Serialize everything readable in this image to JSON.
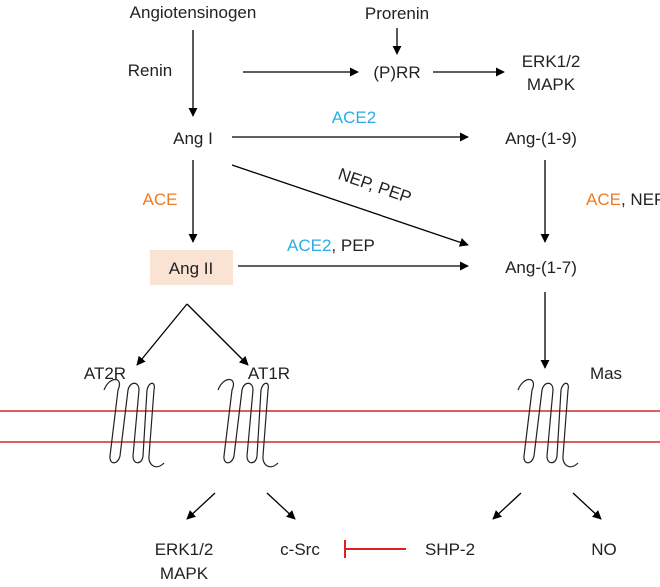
{
  "colors": {
    "ace2": "#29aee6",
    "ace": "#f07b22",
    "text": "#222222",
    "membrane": "#c00000",
    "inhibition": "#e02020",
    "ang2_box": "#fbe3d3"
  },
  "nodes": {
    "angiotensinogen": "Angiotensinogen",
    "prorenin": "Prorenin",
    "renin": "Renin",
    "prr": "(P)RR",
    "erk_top_line1": "ERK1/2",
    "erk_top_line2": "MAPK",
    "ang1": "Ang I",
    "ang19": "Ang-(1-9)",
    "ang2": "Ang II",
    "ang17": "Ang-(1-7)",
    "at2r": "AT2R",
    "at1r": "AT1R",
    "mas": "Mas",
    "erk_bottom_line1": "ERK1/2",
    "erk_bottom_line2": "MAPK",
    "csrc": "c-Src",
    "shp2": "SHP-2",
    "no": "NO"
  },
  "enzymes": {
    "ace2_top": "ACE2",
    "ace_left": "ACE",
    "nep_pep": "NEP, PEP",
    "ace_right": "ACE",
    "nep_right": ", NEP",
    "ace2_bottom": "ACE2",
    "pep_bottom": ", PEP"
  },
  "icons": {
    "receptor": "seven-transmembrane-receptor-icon",
    "inhibition": "inhibition-bar-arrow"
  }
}
